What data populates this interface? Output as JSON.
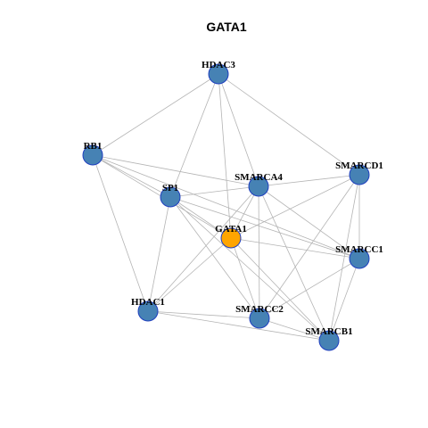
{
  "title": "GATA1",
  "colors": {
    "default_node": "#4682b4",
    "highlight_node": "#ffa500",
    "node_border": "#1f3fbf",
    "edge": "#b4b4b4"
  },
  "nodes": [
    {
      "id": "HDAC3",
      "label": "HDAC3",
      "highlight": false
    },
    {
      "id": "RB1",
      "label": "RB1",
      "highlight": false
    },
    {
      "id": "SMARCA4",
      "label": "SMARCA4",
      "highlight": false
    },
    {
      "id": "SMARCD1",
      "label": "SMARCD1",
      "highlight": false
    },
    {
      "id": "SP1",
      "label": "SP1",
      "highlight": false
    },
    {
      "id": "GATA1",
      "label": "GATA1",
      "highlight": true
    },
    {
      "id": "SMARCC1",
      "label": "SMARCC1",
      "highlight": false
    },
    {
      "id": "HDAC1",
      "label": "HDAC1",
      "highlight": false
    },
    {
      "id": "SMARCC2",
      "label": "SMARCC2",
      "highlight": false
    },
    {
      "id": "SMARCB1",
      "label": "SMARCB1",
      "highlight": false
    }
  ],
  "edges": [
    [
      "HDAC3",
      "RB1"
    ],
    [
      "HDAC3",
      "SP1"
    ],
    [
      "HDAC3",
      "SMARCA4"
    ],
    [
      "HDAC3",
      "GATA1"
    ],
    [
      "HDAC3",
      "SMARCD1"
    ],
    [
      "RB1",
      "SP1"
    ],
    [
      "RB1",
      "SMARCA4"
    ],
    [
      "RB1",
      "GATA1"
    ],
    [
      "RB1",
      "HDAC1"
    ],
    [
      "RB1",
      "SMARCC1"
    ],
    [
      "SP1",
      "SMARCA4"
    ],
    [
      "SP1",
      "GATA1"
    ],
    [
      "SP1",
      "HDAC1"
    ],
    [
      "SP1",
      "SMARCC2"
    ],
    [
      "SP1",
      "SMARCC1"
    ],
    [
      "SP1",
      "SMARCB1"
    ],
    [
      "SMARCA4",
      "SMARCD1"
    ],
    [
      "SMARCA4",
      "GATA1"
    ],
    [
      "SMARCA4",
      "HDAC1"
    ],
    [
      "SMARCA4",
      "SMARCC2"
    ],
    [
      "SMARCA4",
      "SMARCC1"
    ],
    [
      "SMARCA4",
      "SMARCB1"
    ],
    [
      "SMARCD1",
      "GATA1"
    ],
    [
      "SMARCD1",
      "SMARCC1"
    ],
    [
      "SMARCD1",
      "SMARCC2"
    ],
    [
      "SMARCD1",
      "SMARCB1"
    ],
    [
      "GATA1",
      "HDAC1"
    ],
    [
      "GATA1",
      "SMARCC1"
    ],
    [
      "GATA1",
      "SMARCC2"
    ],
    [
      "GATA1",
      "SMARCB1"
    ],
    [
      "SMARCC1",
      "SMARCC2"
    ],
    [
      "SMARCC1",
      "SMARCB1"
    ],
    [
      "HDAC1",
      "SMARCC2"
    ],
    [
      "HDAC1",
      "SMARCB1"
    ],
    [
      "SMARCC2",
      "SMARCB1"
    ]
  ]
}
